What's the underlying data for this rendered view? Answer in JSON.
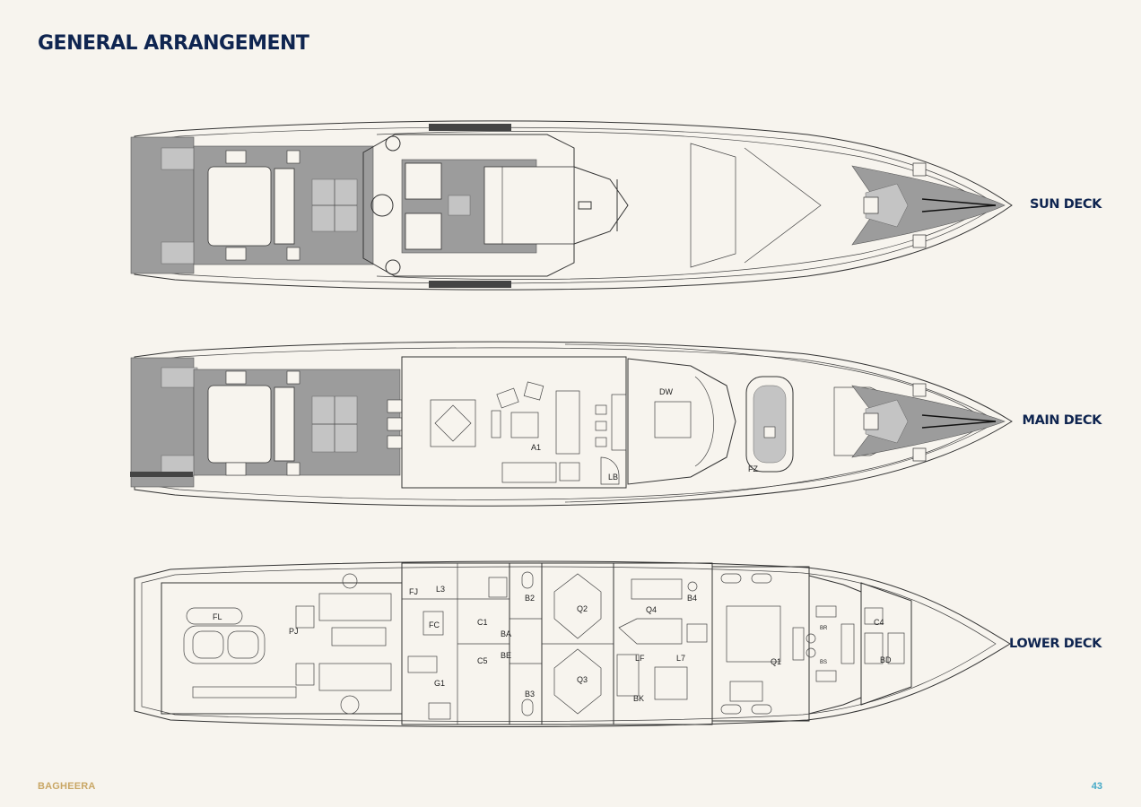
{
  "page": {
    "title": "GENERAL ARRANGEMENT",
    "footer_left": "BAGHEERA",
    "page_number": "43"
  },
  "decks": {
    "sun": "SUN DECK",
    "main": "MAIN DECK",
    "lower": "LOWER DECK"
  },
  "main_deck_rooms": [
    "DW",
    "A1",
    "LB",
    "FZ"
  ],
  "lower_deck_rooms": [
    "FL",
    "PJ",
    "FJ",
    "L3",
    "FC",
    "C1",
    "BA",
    "BE",
    "C5",
    "G1",
    "B2",
    "B3",
    "Q2",
    "Q3",
    "Q4",
    "B4",
    "LF",
    "L7",
    "BK",
    "Q1",
    "BR",
    "BS",
    "C4",
    "BD"
  ],
  "colors": {
    "title": "#0f2550",
    "footer_brand": "#c9a766",
    "page_number": "#45a9c7",
    "background": "#f7f4ee"
  }
}
